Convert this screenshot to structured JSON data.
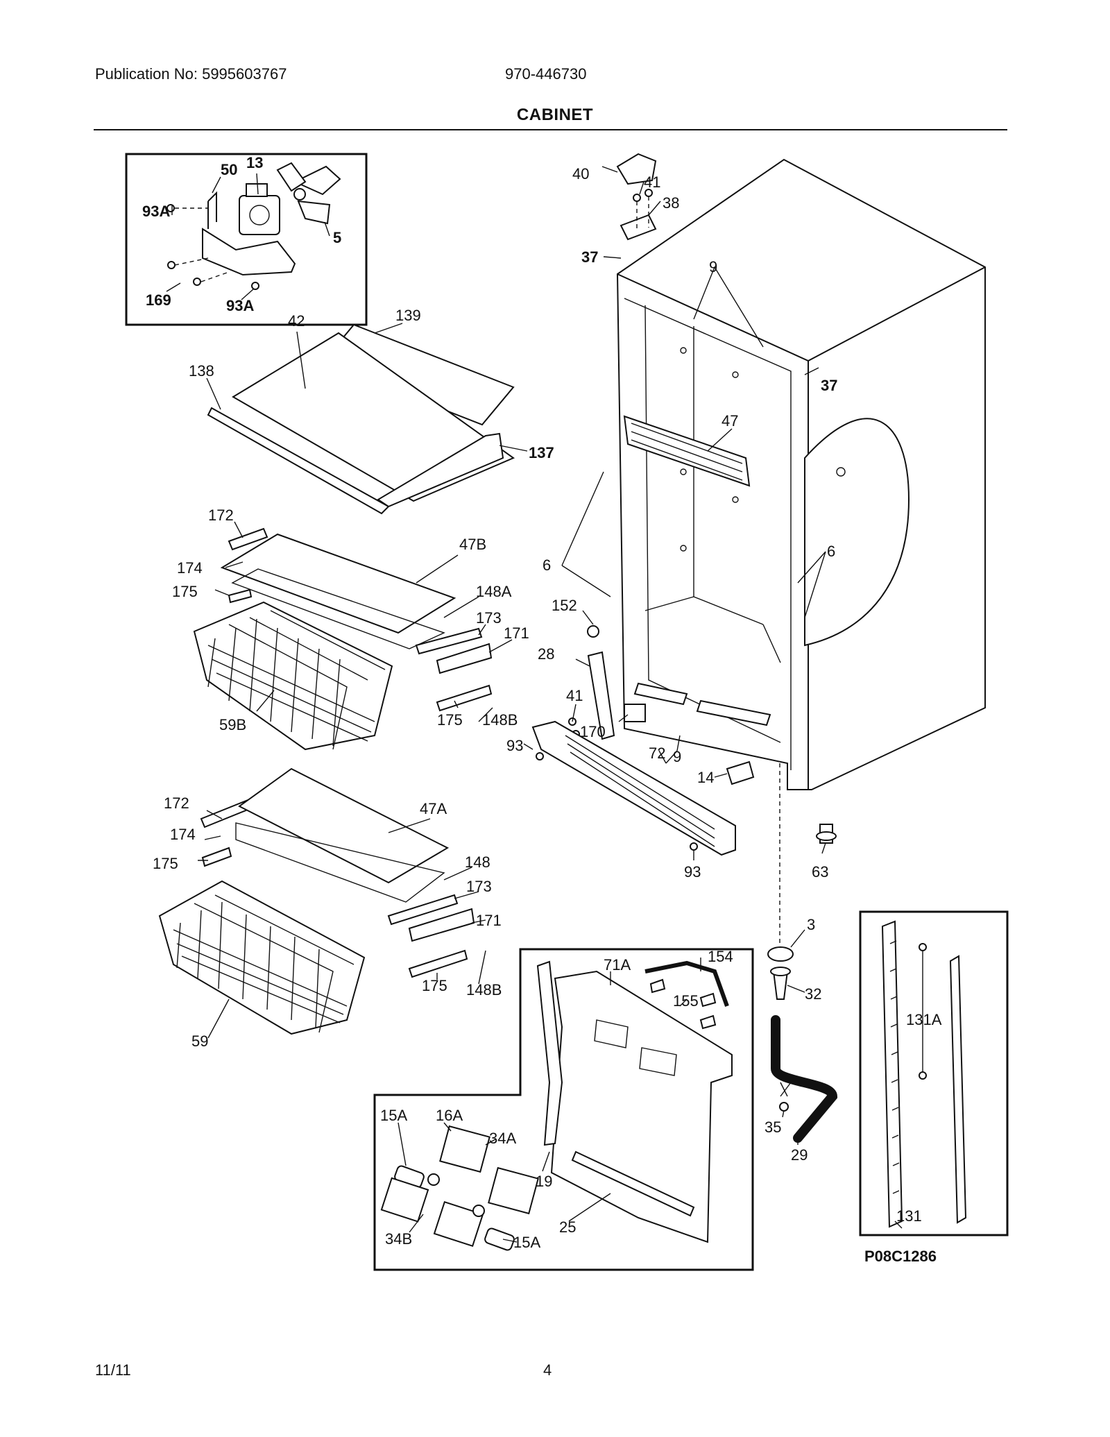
{
  "header": {
    "publication": "Publication No: 5995603767",
    "model": "970-446730",
    "title": "CABINET"
  },
  "diagram_code": "P08C1286",
  "footer": {
    "date": "11/11",
    "page": "4"
  },
  "callouts": [
    {
      "key": "c50",
      "text": "50"
    },
    {
      "key": "c13",
      "text": "13"
    },
    {
      "key": "c93A_1",
      "text": "93A"
    },
    {
      "key": "c5",
      "text": "5"
    },
    {
      "key": "c169",
      "text": "169"
    },
    {
      "key": "c93A_2",
      "text": "93A"
    },
    {
      "key": "c42",
      "text": "42"
    },
    {
      "key": "c139",
      "text": "139"
    },
    {
      "key": "c138",
      "text": "138"
    },
    {
      "key": "c137",
      "text": "137"
    },
    {
      "key": "c172_1",
      "text": "172"
    },
    {
      "key": "c47B",
      "text": "47B"
    },
    {
      "key": "c174_1",
      "text": "174"
    },
    {
      "key": "c175_1",
      "text": "175"
    },
    {
      "key": "c148A",
      "text": "148A"
    },
    {
      "key": "c173_1",
      "text": "173"
    },
    {
      "key": "c171_1",
      "text": "171"
    },
    {
      "key": "c59B",
      "text": "59B"
    },
    {
      "key": "c175_2",
      "text": "175"
    },
    {
      "key": "c148B_1",
      "text": "148B"
    },
    {
      "key": "c172_2",
      "text": "172"
    },
    {
      "key": "c47A",
      "text": "47A"
    },
    {
      "key": "c174_2",
      "text": "174"
    },
    {
      "key": "c175_3",
      "text": "175"
    },
    {
      "key": "c148",
      "text": "148"
    },
    {
      "key": "c173_2",
      "text": "173"
    },
    {
      "key": "c171_2",
      "text": "171"
    },
    {
      "key": "c59",
      "text": "59"
    },
    {
      "key": "c175_4",
      "text": "175"
    },
    {
      "key": "c148B_2",
      "text": "148B"
    },
    {
      "key": "c40",
      "text": "40"
    },
    {
      "key": "c41_1",
      "text": "41"
    },
    {
      "key": "c38",
      "text": "38"
    },
    {
      "key": "c37_1",
      "text": "37"
    },
    {
      "key": "c9_1",
      "text": "9"
    },
    {
      "key": "c37_2",
      "text": "37"
    },
    {
      "key": "c47",
      "text": "47"
    },
    {
      "key": "c6_1",
      "text": "6"
    },
    {
      "key": "c6_2",
      "text": "6"
    },
    {
      "key": "c152",
      "text": "152"
    },
    {
      "key": "c28",
      "text": "28"
    },
    {
      "key": "c41_2",
      "text": "41"
    },
    {
      "key": "c170",
      "text": "170"
    },
    {
      "key": "c9_2",
      "text": "9"
    },
    {
      "key": "c93_1",
      "text": "93"
    },
    {
      "key": "c72",
      "text": "72"
    },
    {
      "key": "c14",
      "text": "14"
    },
    {
      "key": "c93_2",
      "text": "93"
    },
    {
      "key": "c63",
      "text": "63"
    },
    {
      "key": "c3",
      "text": "3"
    },
    {
      "key": "c32",
      "text": "32"
    },
    {
      "key": "c131A",
      "text": "131A"
    },
    {
      "key": "c35",
      "text": "35"
    },
    {
      "key": "c29",
      "text": "29"
    },
    {
      "key": "c131",
      "text": "131"
    },
    {
      "key": "c71A",
      "text": "71A"
    },
    {
      "key": "c154",
      "text": "154"
    },
    {
      "key": "c155",
      "text": "155"
    },
    {
      "key": "c15A_1",
      "text": "15A"
    },
    {
      "key": "c16A",
      "text": "16A"
    },
    {
      "key": "c34A",
      "text": "34A"
    },
    {
      "key": "c19",
      "text": "19"
    },
    {
      "key": "c34B",
      "text": "34B"
    },
    {
      "key": "c15A_2",
      "text": "15A"
    },
    {
      "key": "c25",
      "text": "25"
    }
  ]
}
